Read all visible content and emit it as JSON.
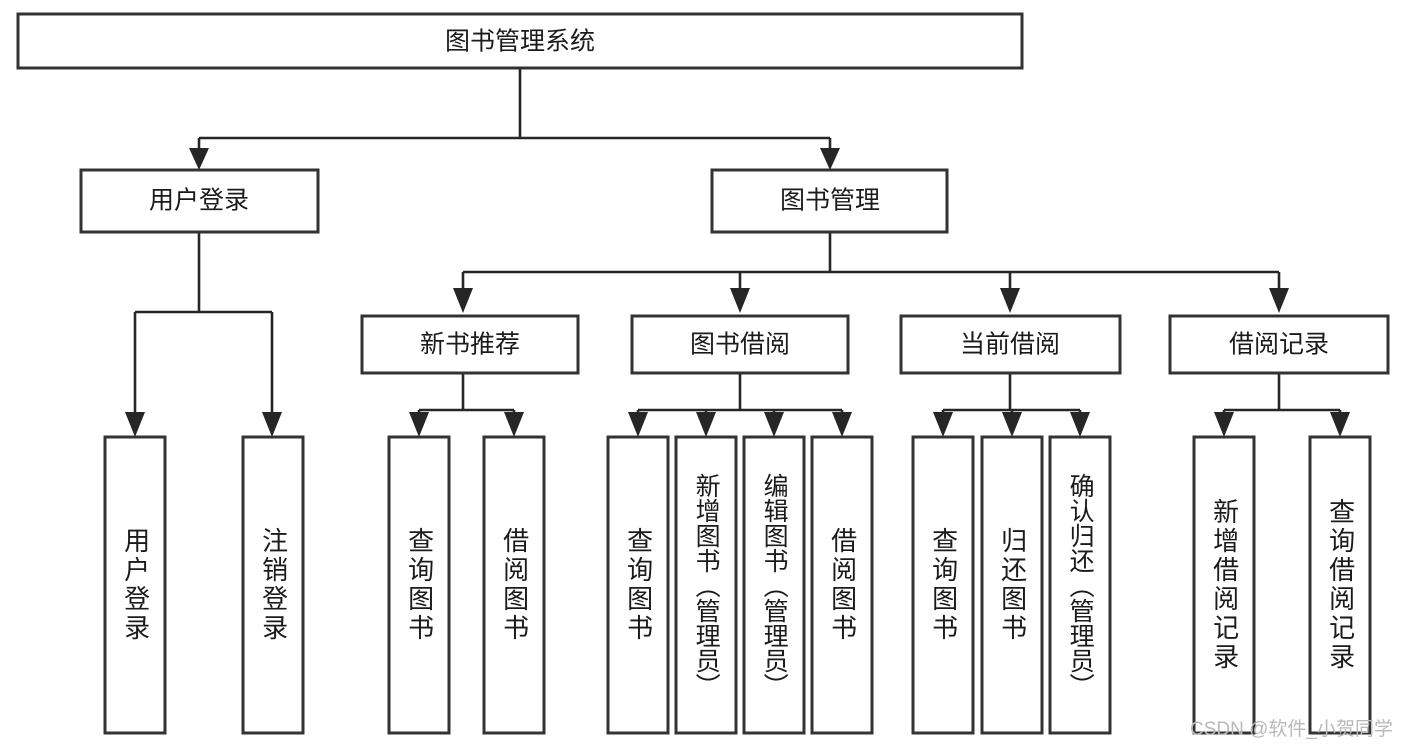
{
  "diagram": {
    "type": "tree",
    "title": "图书管理系统",
    "root": {
      "id": "root",
      "label": "图书管理系统"
    },
    "level2": [
      {
        "id": "user-login",
        "label": "用户登录"
      },
      {
        "id": "book-management",
        "label": "图书管理"
      }
    ],
    "level3": [
      {
        "id": "new-book-recommend",
        "label": "新书推荐",
        "parent": "book-management"
      },
      {
        "id": "book-borrow",
        "label": "图书借阅",
        "parent": "book-management"
      },
      {
        "id": "current-borrow",
        "label": "当前借阅",
        "parent": "book-management"
      },
      {
        "id": "borrow-record",
        "label": "借阅记录",
        "parent": "book-management"
      }
    ],
    "leaves": [
      {
        "id": "leaf-user-login",
        "label": "用户登录",
        "parent": "user-login"
      },
      {
        "id": "leaf-logout-login",
        "label": "注销登录",
        "parent": "user-login"
      },
      {
        "id": "leaf-query-book-1",
        "label": "查询图书",
        "parent": "new-book-recommend"
      },
      {
        "id": "leaf-borrow-book-1",
        "label": "借阅图书",
        "parent": "new-book-recommend"
      },
      {
        "id": "leaf-query-book-2",
        "label": "查询图书",
        "parent": "book-borrow"
      },
      {
        "id": "leaf-add-book",
        "label": "新增图书（管理员）",
        "parent": "book-borrow"
      },
      {
        "id": "leaf-edit-book",
        "label": "编辑图书（管理员）",
        "parent": "book-borrow"
      },
      {
        "id": "leaf-borrow-book-2",
        "label": "借阅图书",
        "parent": "book-borrow"
      },
      {
        "id": "leaf-query-book-3",
        "label": "查询图书",
        "parent": "current-borrow"
      },
      {
        "id": "leaf-return-book",
        "label": "归还图书",
        "parent": "current-borrow"
      },
      {
        "id": "leaf-confirm-return",
        "label": "确认归还（管理员）",
        "parent": "current-borrow"
      },
      {
        "id": "leaf-add-record",
        "label": "新增借阅记录",
        "parent": "borrow-record"
      },
      {
        "id": "leaf-query-record",
        "label": "查询借阅记录",
        "parent": "borrow-record"
      }
    ],
    "colors": {
      "box_stroke": "#333333",
      "box_fill": "#ffffff",
      "connector": "#262626",
      "text": "#1b1b1b",
      "watermark": "#b9b9b9",
      "background": "#ffffff"
    }
  },
  "watermark": {
    "text": "CSDN @软件_小贺同学"
  }
}
